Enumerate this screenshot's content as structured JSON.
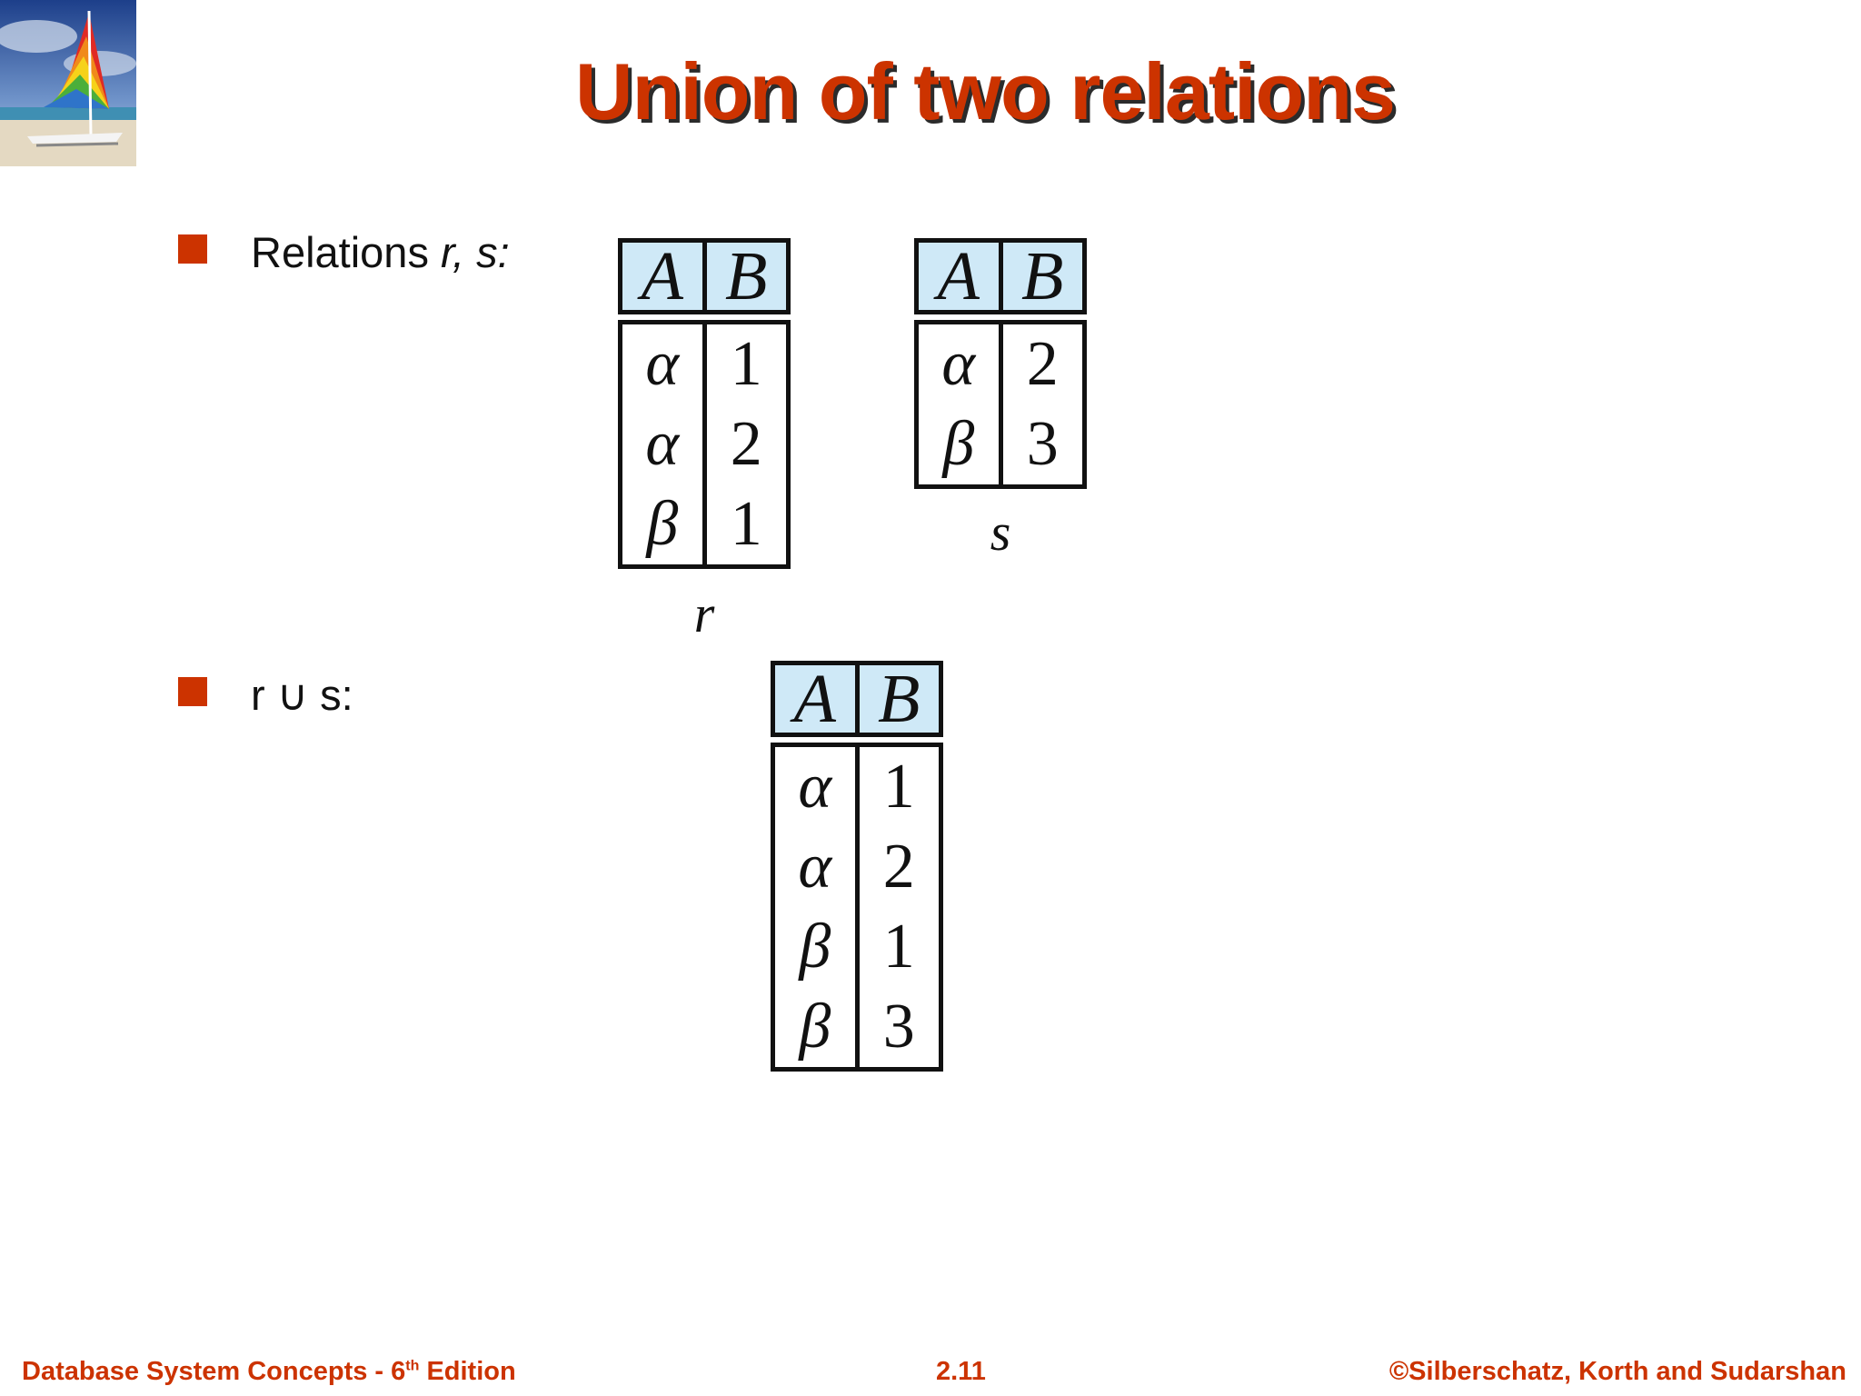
{
  "slide": {
    "title": "Union of two relations",
    "bullets": [
      {
        "text_plain": "Relations ",
        "text_italic": "r, s:"
      },
      {
        "text_plain": "r ∪ s:"
      }
    ]
  },
  "relations": {
    "r": {
      "name": "r",
      "columns": [
        "A",
        "B"
      ],
      "rows": [
        [
          "α",
          "1"
        ],
        [
          "α",
          "2"
        ],
        [
          "β",
          "1"
        ]
      ]
    },
    "s": {
      "name": "s",
      "columns": [
        "A",
        "B"
      ],
      "rows": [
        [
          "α",
          "2"
        ],
        [
          "β",
          "3"
        ]
      ]
    },
    "union": {
      "columns": [
        "A",
        "B"
      ],
      "rows": [
        [
          "α",
          "1"
        ],
        [
          "α",
          "2"
        ],
        [
          "β",
          "1"
        ],
        [
          "β",
          "3"
        ]
      ]
    }
  },
  "footer": {
    "left_prefix": "Database System Concepts - 6",
    "left_sup": "th",
    "left_suffix": " Edition",
    "center": "2.11",
    "right": "©Silberschatz, Korth and Sudarshan"
  },
  "colors": {
    "accent": "#cc3300",
    "header_fill": "#cfe9f7"
  }
}
